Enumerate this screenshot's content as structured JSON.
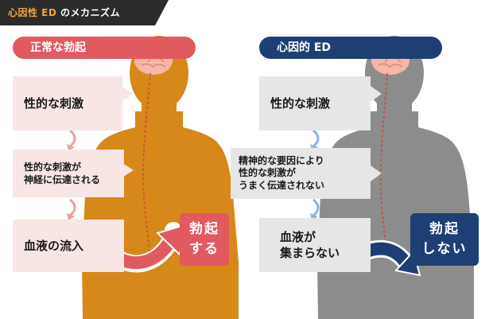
{
  "header": {
    "title_highlight": "心因性 ED",
    "title_rest": "のメカニズム"
  },
  "left": {
    "heading": "正常な勃起",
    "steps": [
      "性的な刺激",
      "性的な刺激が",
      "神経に伝達される",
      "血液の流入"
    ],
    "result": [
      "勃起",
      "する"
    ]
  },
  "right": {
    "heading": "心因的 ED",
    "steps": [
      "性的な刺激",
      "精神的な要因により",
      "性的な刺激が",
      "うまく伝達されない",
      "血液が",
      "集まらない"
    ],
    "result": [
      "勃起",
      "しない"
    ]
  },
  "colors": {
    "left_body": "#d6881a",
    "right_body": "#8c8c8c",
    "left_accent": "#e05a60",
    "right_accent": "#1d3f73",
    "brain": "#f6b7a7"
  }
}
